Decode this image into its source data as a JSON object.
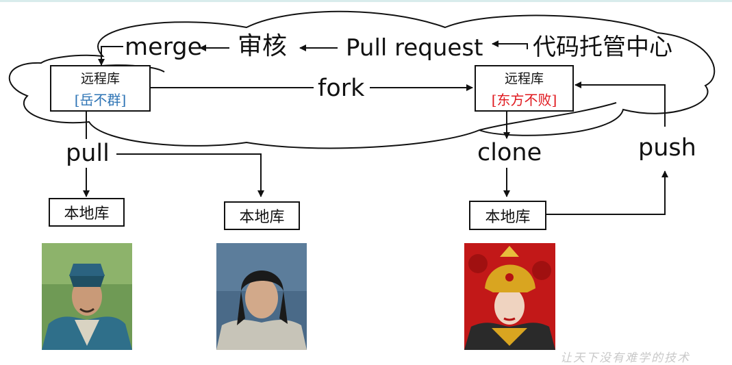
{
  "cloud": {
    "labels": {
      "merge": "merge",
      "review": "审核",
      "pull_request": "Pull request",
      "hosting_center": "代码托管中心",
      "fork": "fork"
    }
  },
  "remote_repos": {
    "left": {
      "title": "远程库",
      "owner": "[岳不群]",
      "owner_color": "#2e74b5"
    },
    "right": {
      "title": "远程库",
      "owner": "[东方不败]",
      "owner_color": "#e0191f"
    }
  },
  "actions": {
    "pull": "pull",
    "clone": "clone",
    "push": "push"
  },
  "local_repos": [
    {
      "label": "本地库"
    },
    {
      "label": "本地库"
    },
    {
      "label": "本地库"
    }
  ],
  "portraits": [
    {
      "icon": "man-in-blue-hat-portrait",
      "colors": {
        "sky": "#6f9a55",
        "robe": "#2f6f8a",
        "hat": "#1f4f63"
      }
    },
    {
      "icon": "young-swordsman-portrait",
      "colors": {
        "bg": "#4a6a88",
        "hair": "#1a1a1a",
        "robe": "#c7c4b8"
      }
    },
    {
      "icon": "woman-with-golden-crown-portrait",
      "colors": {
        "bg": "#c21818",
        "crown": "#d9a520",
        "robe": "#2a2a2a"
      }
    }
  ],
  "watermark": "让天下没有难学的技术"
}
